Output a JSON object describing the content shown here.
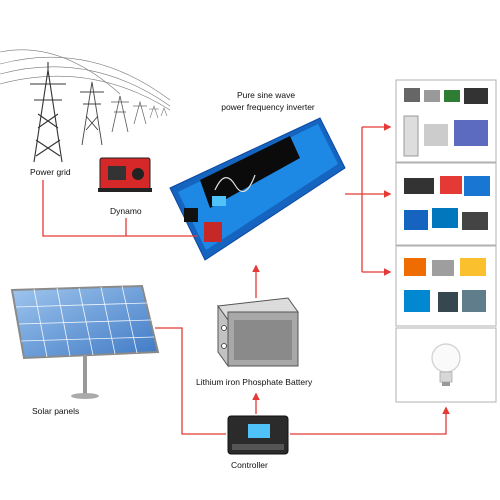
{
  "labels": {
    "power_grid": "Power grid",
    "dynamo": "Dynamo",
    "inverter_line1": "Pure sine wave",
    "inverter_line2": "power frequency inverter",
    "battery": "Lithium iron Phosphate Battery",
    "solar_panels": "Solar panels",
    "controller": "Controller"
  },
  "colors": {
    "wire": "#e53935",
    "inverter_body": "#1e88e5",
    "frame": "#b0b0b0"
  },
  "icons": {
    "pylon": "transmission-tower-icon",
    "generator": "generator-icon",
    "panel": "solar-panel-icon",
    "battery": "battery-icon",
    "controller": "charge-controller-icon",
    "bulb": "light-bulb-icon"
  }
}
